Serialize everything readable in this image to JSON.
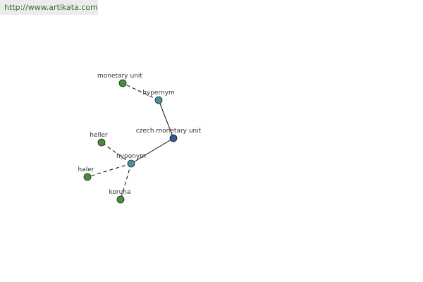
{
  "header": {
    "url": "http://www.artikata.com"
  },
  "graph": {
    "colors": {
      "center": "#3f5597",
      "relation": "#4c8f99",
      "leaf": "#4c8a3e",
      "edge": "#000000"
    },
    "nodes": [
      {
        "id": "czech",
        "label": "czech monetary unit",
        "kind": "center"
      },
      {
        "id": "hypernym",
        "label": "hypernym",
        "kind": "relation"
      },
      {
        "id": "hyponym",
        "label": "hyponym",
        "kind": "relation"
      },
      {
        "id": "monetary",
        "label": "monetary unit",
        "kind": "leaf"
      },
      {
        "id": "heller",
        "label": "heller",
        "kind": "leaf"
      },
      {
        "id": "haler",
        "label": "haler",
        "kind": "leaf"
      },
      {
        "id": "koruna",
        "label": "koruna",
        "kind": "leaf"
      }
    ],
    "edges": [
      {
        "from": "czech",
        "to": "hypernym",
        "style": "solid"
      },
      {
        "from": "czech",
        "to": "hyponym",
        "style": "solid"
      },
      {
        "from": "hypernym",
        "to": "monetary",
        "style": "dashed"
      },
      {
        "from": "hyponym",
        "to": "heller",
        "style": "dashed"
      },
      {
        "from": "hyponym",
        "to": "haler",
        "style": "dashed"
      },
      {
        "from": "hyponym",
        "to": "koruna",
        "style": "dashed"
      }
    ]
  }
}
